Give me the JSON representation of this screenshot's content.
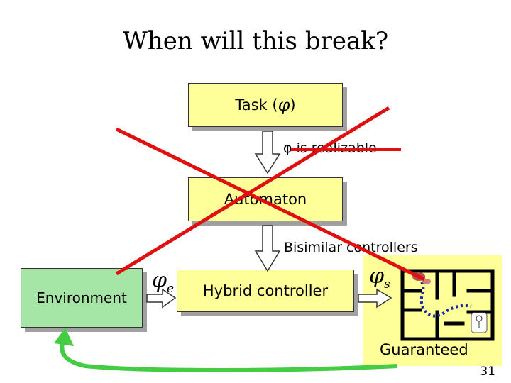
{
  "slide": {
    "title": "When will this break?",
    "page_number": "31"
  },
  "boxes": {
    "task": "Task (",
    "task_symbol": "φ",
    "task_close": ")",
    "automaton": "Automaton",
    "hybrid_controller": "Hybrid controller",
    "environment": "Environment"
  },
  "arrows": {
    "realizable_label": "φ is realizable",
    "bisimilar_label": "Bisimilar controllers"
  },
  "symbols": {
    "phi": "φ",
    "env_subscript": "e",
    "sys_subscript": "s"
  },
  "result": {
    "label": "Guaranteed"
  },
  "colors": {
    "box_yellow": "#ffff99",
    "box_green": "#a5e5a5",
    "cross_red": "#e01010",
    "feedback_green": "#44cc44",
    "path_blue": "#1a2aa0"
  }
}
